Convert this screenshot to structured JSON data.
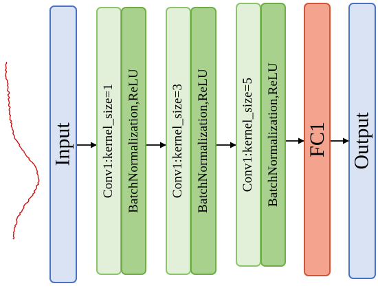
{
  "blocks": {
    "input": "Input",
    "conv1_a": "Conv1:kernel_size=1",
    "bn_a": "BatchNormalization,ReLU",
    "conv1_b": "Conv1:kernel_size=3",
    "bn_b": "BatchNormalization,ReLU",
    "conv1_c": "Conv1:kernel_size=5",
    "bn_c": "BatchNormalization,ReLU",
    "fc1": "FC1",
    "output": "Output"
  },
  "colors": {
    "input_output_fill": "#dae3f3",
    "input_output_border": "#4a72c4",
    "conv_fill": "#e2f0d9",
    "bn_fill": "#a9d18e",
    "fc_fill": "#f4a48e",
    "signal": "#cc1111"
  },
  "icons": {
    "signal": "signal-waveform-icon",
    "arrow": "arrow-right-icon"
  }
}
